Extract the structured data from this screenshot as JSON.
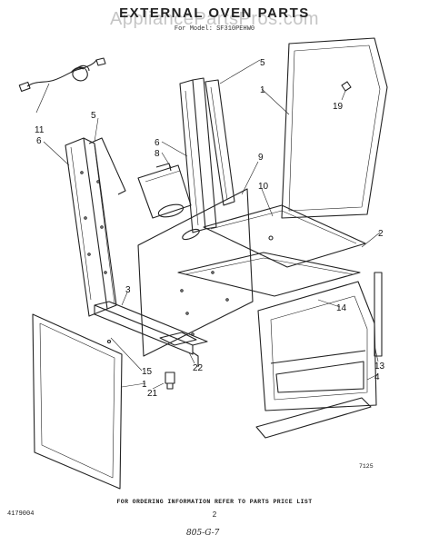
{
  "header": {
    "title": "EXTERNAL OVEN PARTS",
    "subtitle": "For Model: SF310PEHW0",
    "watermark": "AppliancePartsPros.com"
  },
  "callouts": [
    "1",
    "2",
    "3",
    "4",
    "5",
    "6",
    "8",
    "9",
    "10",
    "11",
    "13",
    "14",
    "15",
    "19",
    "21",
    "22"
  ],
  "footer": {
    "ordering_note": "FOR ORDERING INFORMATION REFER TO PARTS PRICE LIST",
    "document_number": "4179004",
    "page_number": "2",
    "diagram_code": "7125",
    "handwritten_note": "805-G-7"
  }
}
